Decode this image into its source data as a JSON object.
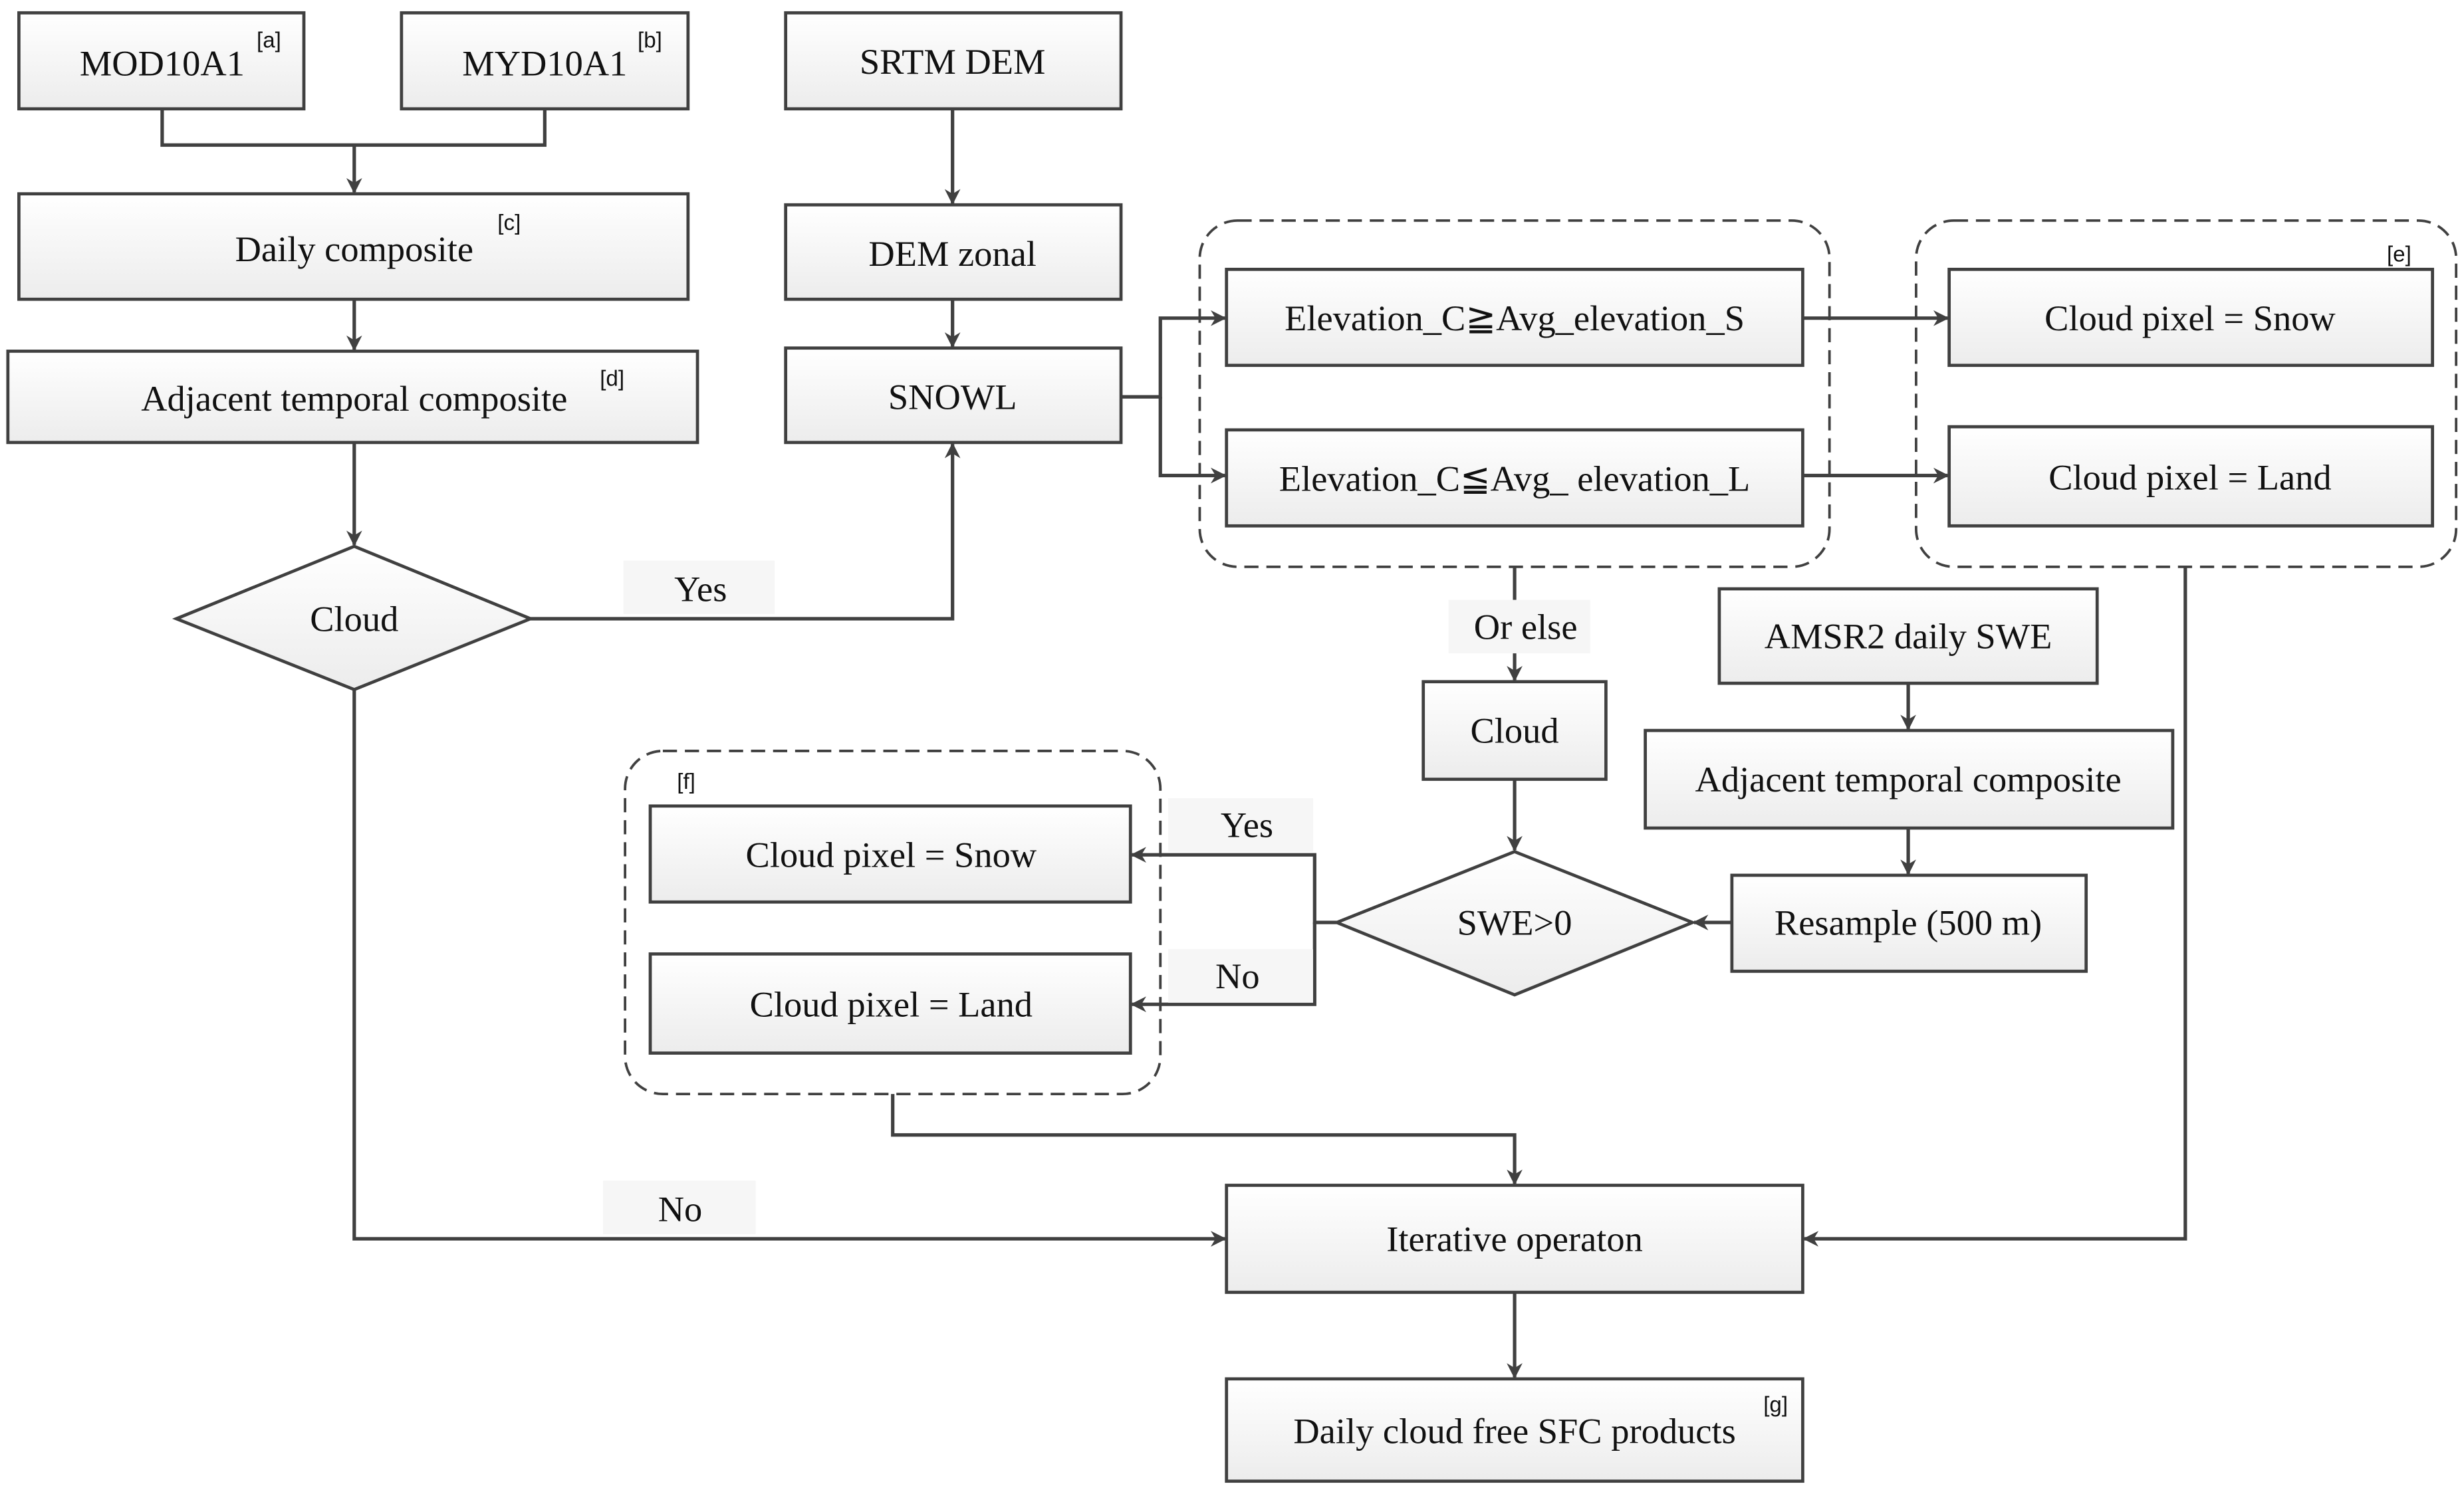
{
  "nodes": {
    "mod10a1": {
      "label": "MOD10A1",
      "ref": "[a]"
    },
    "myd10a1": {
      "label": "MYD10A1",
      "ref": "[b]"
    },
    "daily_composite": {
      "label": "Daily composite",
      "ref": "[c]"
    },
    "adjacent_composite": {
      "label": "Adjacent temporal composite",
      "ref": "[d]"
    },
    "cloud_decision": {
      "label": "Cloud"
    },
    "srtm_dem": {
      "label": "SRTM DEM"
    },
    "dem_zonal": {
      "label": "DEM zonal"
    },
    "snowl": {
      "label": "SNOWL"
    },
    "elev_ge": {
      "label": "Elevation_C≧Avg_elevation_S"
    },
    "elev_le": {
      "label": "Elevation_C≦Avg_ elevation_L"
    },
    "cloud_snow_e": {
      "label": "Cloud pixel = Snow"
    },
    "cloud_land_e": {
      "label": "Cloud pixel = Land"
    },
    "group_e_ref": "[e]",
    "cloud_box": {
      "label": "Cloud"
    },
    "amsr2": {
      "label": "AMSR2 daily SWE"
    },
    "amsr2_adjacent": {
      "label": "Adjacent temporal composite"
    },
    "resample": {
      "label": "Resample (500 m)"
    },
    "swe_decision": {
      "label": "SWE>0"
    },
    "cloud_snow_f": {
      "label": "Cloud pixel = Snow"
    },
    "cloud_land_f": {
      "label": "Cloud pixel = Land"
    },
    "group_f_ref": "[f]",
    "iterative": {
      "label": "Iterative operaton"
    },
    "final": {
      "label": "Daily cloud free SFC products",
      "ref": "[g]"
    }
  },
  "edge_labels": {
    "cloud_yes": "Yes",
    "cloud_no": "No",
    "or_else": "Or else",
    "swe_yes": "Yes",
    "swe_no": "No"
  },
  "colors": {
    "stroke": "#404040",
    "box_fill_top": "#ffffff",
    "box_fill_bottom": "#eeeeee"
  }
}
